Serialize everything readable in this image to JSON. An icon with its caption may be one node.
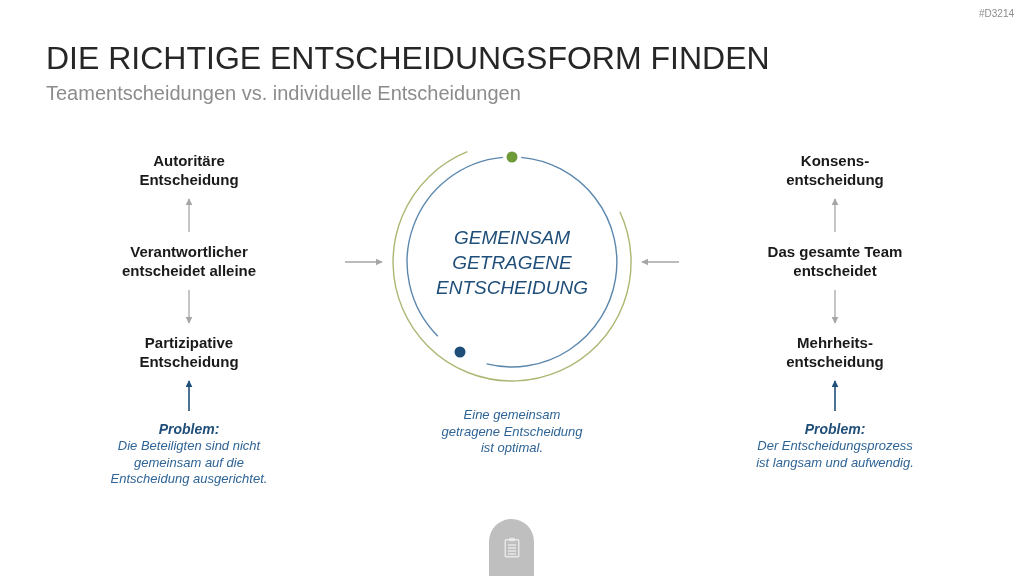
{
  "diagram": {
    "title": "DIE RICHTIGE ENTSCHEIDUNGSFORM FINDEN",
    "nodes": [
      {
        "text": [
          "Autoritäre Entscheidung"
        ]
      },
      {
        "text": [
          "Verantwortlicher entscheidet alleine"
        ]
      },
      {
        "text": [
          "Partizipative Entscheidung"
        ]
      },
      {
        "text": [
          "Problem:",
          "Die Beteiligten sind nicht gemeinsam auf die Entscheidung ausgerichtet."
        ]
      },
      {
        "text": [
          "GEMEINSAM GETRAGENE ENTSCHEIDUNG"
        ],
        "beside": [
          "Eine gemeinsam getragene Entscheidung ist optimal."
        ]
      },
      {
        "text": [
          "Konsens- entscheidung"
        ]
      },
      {
        "text": [
          "Das gesamte Team entscheidet"
        ]
      },
      {
        "text": [
          "Mehrheits- entscheidung"
        ]
      },
      {
        "text": [
          "Problem:",
          "Der Entscheidungsprozess ist langsam und aufwendig."
        ]
      }
    ],
    "edges": [
      {
        "from": 1,
        "to": 0,
        "arrow": "to"
      },
      {
        "from": 1,
        "to": 2,
        "arrow": "to"
      },
      {
        "from": 3,
        "to": 2,
        "arrow": "to",
        "color": "#1f4e79"
      },
      {
        "from": null,
        "to": 4,
        "arrow": "to"
      },
      {
        "from": 6,
        "to": 5,
        "arrow": "to"
      },
      {
        "from": 6,
        "to": 7,
        "arrow": "to"
      },
      {
        "from": 8,
        "to": 7,
        "arrow": "to",
        "color": "#1f4e79"
      },
      {
        "from": null,
        "to": 4,
        "arrow": "to"
      }
    ],
    "labels": [
      "#D3214",
      "Teamentscheidungen vs. individuelle Entscheidungen"
    ]
  }
}
